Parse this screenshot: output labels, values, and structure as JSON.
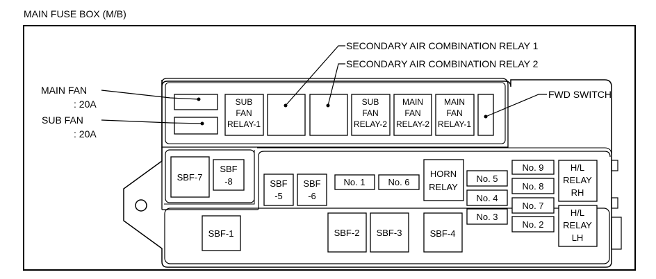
{
  "title": "MAIN FUSE BOX (M/B)",
  "callouts": {
    "relay1": "SECONDARY AIR COMBINATION RELAY 1",
    "relay2": "SECONDARY AIR COMBINATION RELAY 2",
    "fwd_switch": "FWD SWITCH",
    "main_fan": [
      "MAIN FAN",
      ": 20A"
    ],
    "sub_fan": [
      "SUB FAN",
      ": 20A"
    ]
  },
  "components": {
    "sub_fan_relay_1": [
      "SUB",
      "FAN",
      "RELAY-1"
    ],
    "sub_fan_relay_2": [
      "SUB",
      "FAN",
      "RELAY-2"
    ],
    "main_fan_relay_2": [
      "MAIN",
      "FAN",
      "RELAY-2"
    ],
    "main_fan_relay_1": [
      "MAIN",
      "FAN",
      "RELAY-1"
    ],
    "sbf_7": [
      "SBF-7"
    ],
    "sbf_8": [
      "SBF",
      "-8"
    ],
    "sbf_5": [
      "SBF",
      "-5"
    ],
    "sbf_6": [
      "SBF",
      "-6"
    ],
    "no_1": [
      "No. 1"
    ],
    "no_6": [
      "No. 6"
    ],
    "horn_relay": [
      "HORN",
      "RELAY"
    ],
    "no_5": [
      "No. 5"
    ],
    "no_4": [
      "No. 4"
    ],
    "no_3": [
      "No. 3"
    ],
    "no_9": [
      "No. 9"
    ],
    "no_8": [
      "No. 8"
    ],
    "no_7": [
      "No. 7"
    ],
    "no_2": [
      "No. 2"
    ],
    "hl_relay_rh": [
      "H/L",
      "RELAY",
      "RH"
    ],
    "hl_relay_lh": [
      "H/L",
      "RELAY",
      "LH"
    ],
    "sbf_1": [
      "SBF-1"
    ],
    "sbf_2": [
      "SBF-2"
    ],
    "sbf_3": [
      "SBF-3"
    ],
    "sbf_4": [
      "SBF-4"
    ]
  }
}
